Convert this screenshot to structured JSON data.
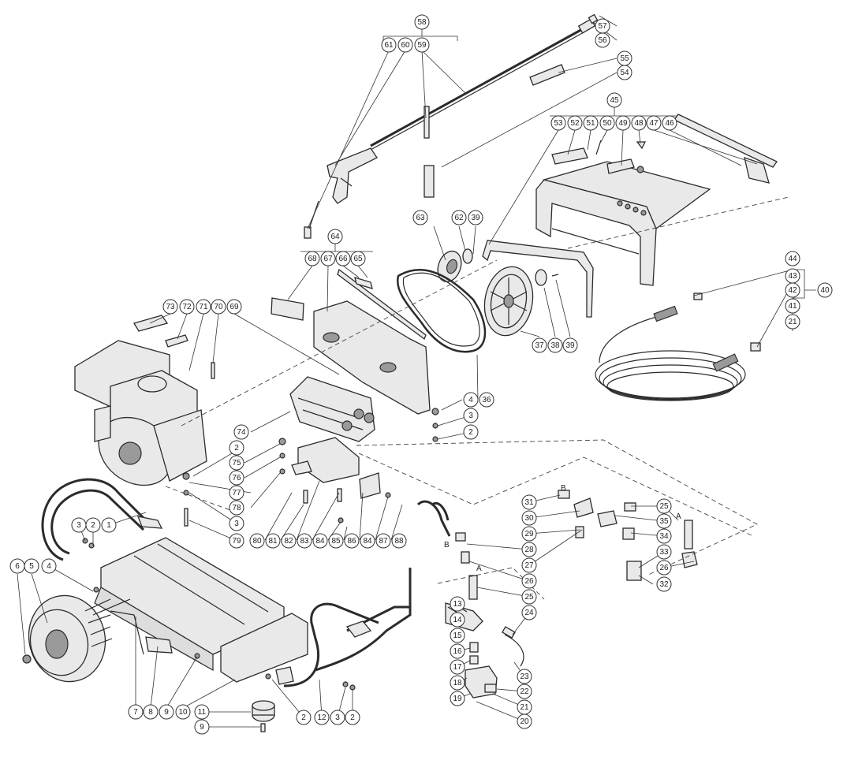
{
  "callouts": [
    {
      "label": "58"
    },
    {
      "label": "61"
    },
    {
      "label": "60"
    },
    {
      "label": "59"
    },
    {
      "label": "57"
    },
    {
      "label": "56"
    },
    {
      "label": "55"
    },
    {
      "label": "54"
    },
    {
      "label": "45"
    },
    {
      "label": "53"
    },
    {
      "label": "52"
    },
    {
      "label": "51"
    },
    {
      "label": "50"
    },
    {
      "label": "49"
    },
    {
      "label": "48"
    },
    {
      "label": "47"
    },
    {
      "label": "46"
    },
    {
      "label": "63"
    },
    {
      "label": "62"
    },
    {
      "label": "39"
    },
    {
      "label": "64"
    },
    {
      "label": "68"
    },
    {
      "label": "67"
    },
    {
      "label": "66"
    },
    {
      "label": "65"
    },
    {
      "label": "73"
    },
    {
      "label": "72"
    },
    {
      "label": "71"
    },
    {
      "label": "70"
    },
    {
      "label": "69"
    },
    {
      "label": "44"
    },
    {
      "label": "43"
    },
    {
      "label": "40"
    },
    {
      "label": "42"
    },
    {
      "label": "41"
    },
    {
      "label": "21"
    },
    {
      "label": "37"
    },
    {
      "label": "38"
    },
    {
      "label": "39"
    },
    {
      "label": "36"
    },
    {
      "label": "4"
    },
    {
      "label": "3"
    },
    {
      "label": "2"
    },
    {
      "label": "74"
    },
    {
      "label": "2"
    },
    {
      "label": "75"
    },
    {
      "label": "76"
    },
    {
      "label": "77"
    },
    {
      "label": "78"
    },
    {
      "label": "3"
    },
    {
      "label": "79"
    },
    {
      "label": "80"
    },
    {
      "label": "81"
    },
    {
      "label": "82"
    },
    {
      "label": "83"
    },
    {
      "label": "84"
    },
    {
      "label": "85"
    },
    {
      "label": "86"
    },
    {
      "label": "84"
    },
    {
      "label": "87"
    },
    {
      "label": "88"
    },
    {
      "label": "3"
    },
    {
      "label": "2"
    },
    {
      "label": "1"
    },
    {
      "label": "31"
    },
    {
      "label": "30"
    },
    {
      "label": "29"
    },
    {
      "label": "28"
    },
    {
      "label": "27"
    },
    {
      "label": "26"
    },
    {
      "label": "25"
    },
    {
      "label": "24"
    },
    {
      "label": "25"
    },
    {
      "label": "35"
    },
    {
      "label": "34"
    },
    {
      "label": "33"
    },
    {
      "label": "26"
    },
    {
      "label": "32"
    },
    {
      "label": "13"
    },
    {
      "label": "14"
    },
    {
      "label": "15"
    },
    {
      "label": "16"
    },
    {
      "label": "17"
    },
    {
      "label": "18"
    },
    {
      "label": "19"
    },
    {
      "label": "23"
    },
    {
      "label": "22"
    },
    {
      "label": "21"
    },
    {
      "label": "20"
    },
    {
      "label": "6"
    },
    {
      "label": "5"
    },
    {
      "label": "4"
    },
    {
      "label": "7"
    },
    {
      "label": "8"
    },
    {
      "label": "9"
    },
    {
      "label": "10"
    },
    {
      "label": "11"
    },
    {
      "label": "9"
    },
    {
      "label": "2"
    },
    {
      "label": "12"
    },
    {
      "label": "3"
    },
    {
      "label": "2"
    }
  ],
  "connection_tags": [
    {
      "text": "B"
    },
    {
      "text": "B"
    },
    {
      "text": "A"
    },
    {
      "text": "A"
    }
  ]
}
